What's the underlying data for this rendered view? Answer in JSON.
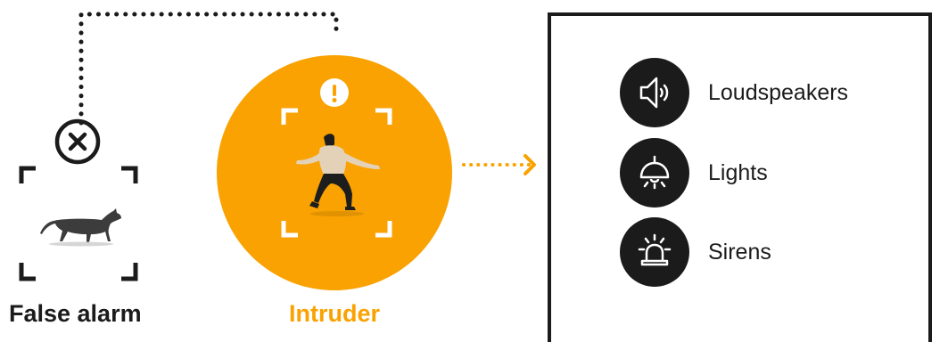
{
  "colors": {
    "accent": "#f9a202",
    "dark": "#1b1b1b",
    "white": "#ffffff"
  },
  "false_alarm": {
    "label": "False alarm",
    "status_icon": "x-circle-icon",
    "subject": "cat"
  },
  "intruder": {
    "label": "Intruder",
    "status_icon": "exclamation-icon",
    "subject": "person"
  },
  "outputs": [
    {
      "label": "Loudspeakers",
      "icon": "speaker-icon"
    },
    {
      "label": "Lights",
      "icon": "lamp-icon"
    },
    {
      "label": "Sirens",
      "icon": "siren-icon"
    }
  ]
}
